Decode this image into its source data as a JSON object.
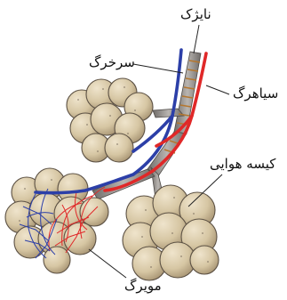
{
  "labels": {
    "bronchiole": "نایژک",
    "artery": "سرخرگ",
    "vein": "سیاهرگ",
    "alveoli": "کیسه هوایی",
    "capillary": "مویرگ"
  },
  "colors": {
    "sac_fill": "#d8c8a6",
    "sac_stroke": "#5c5144",
    "artery": "#e02828",
    "vein": "#2c3fa8",
    "bronchiole": "#8e8a87",
    "cartilage_ring": "#b5772f",
    "leader": "#222222"
  }
}
